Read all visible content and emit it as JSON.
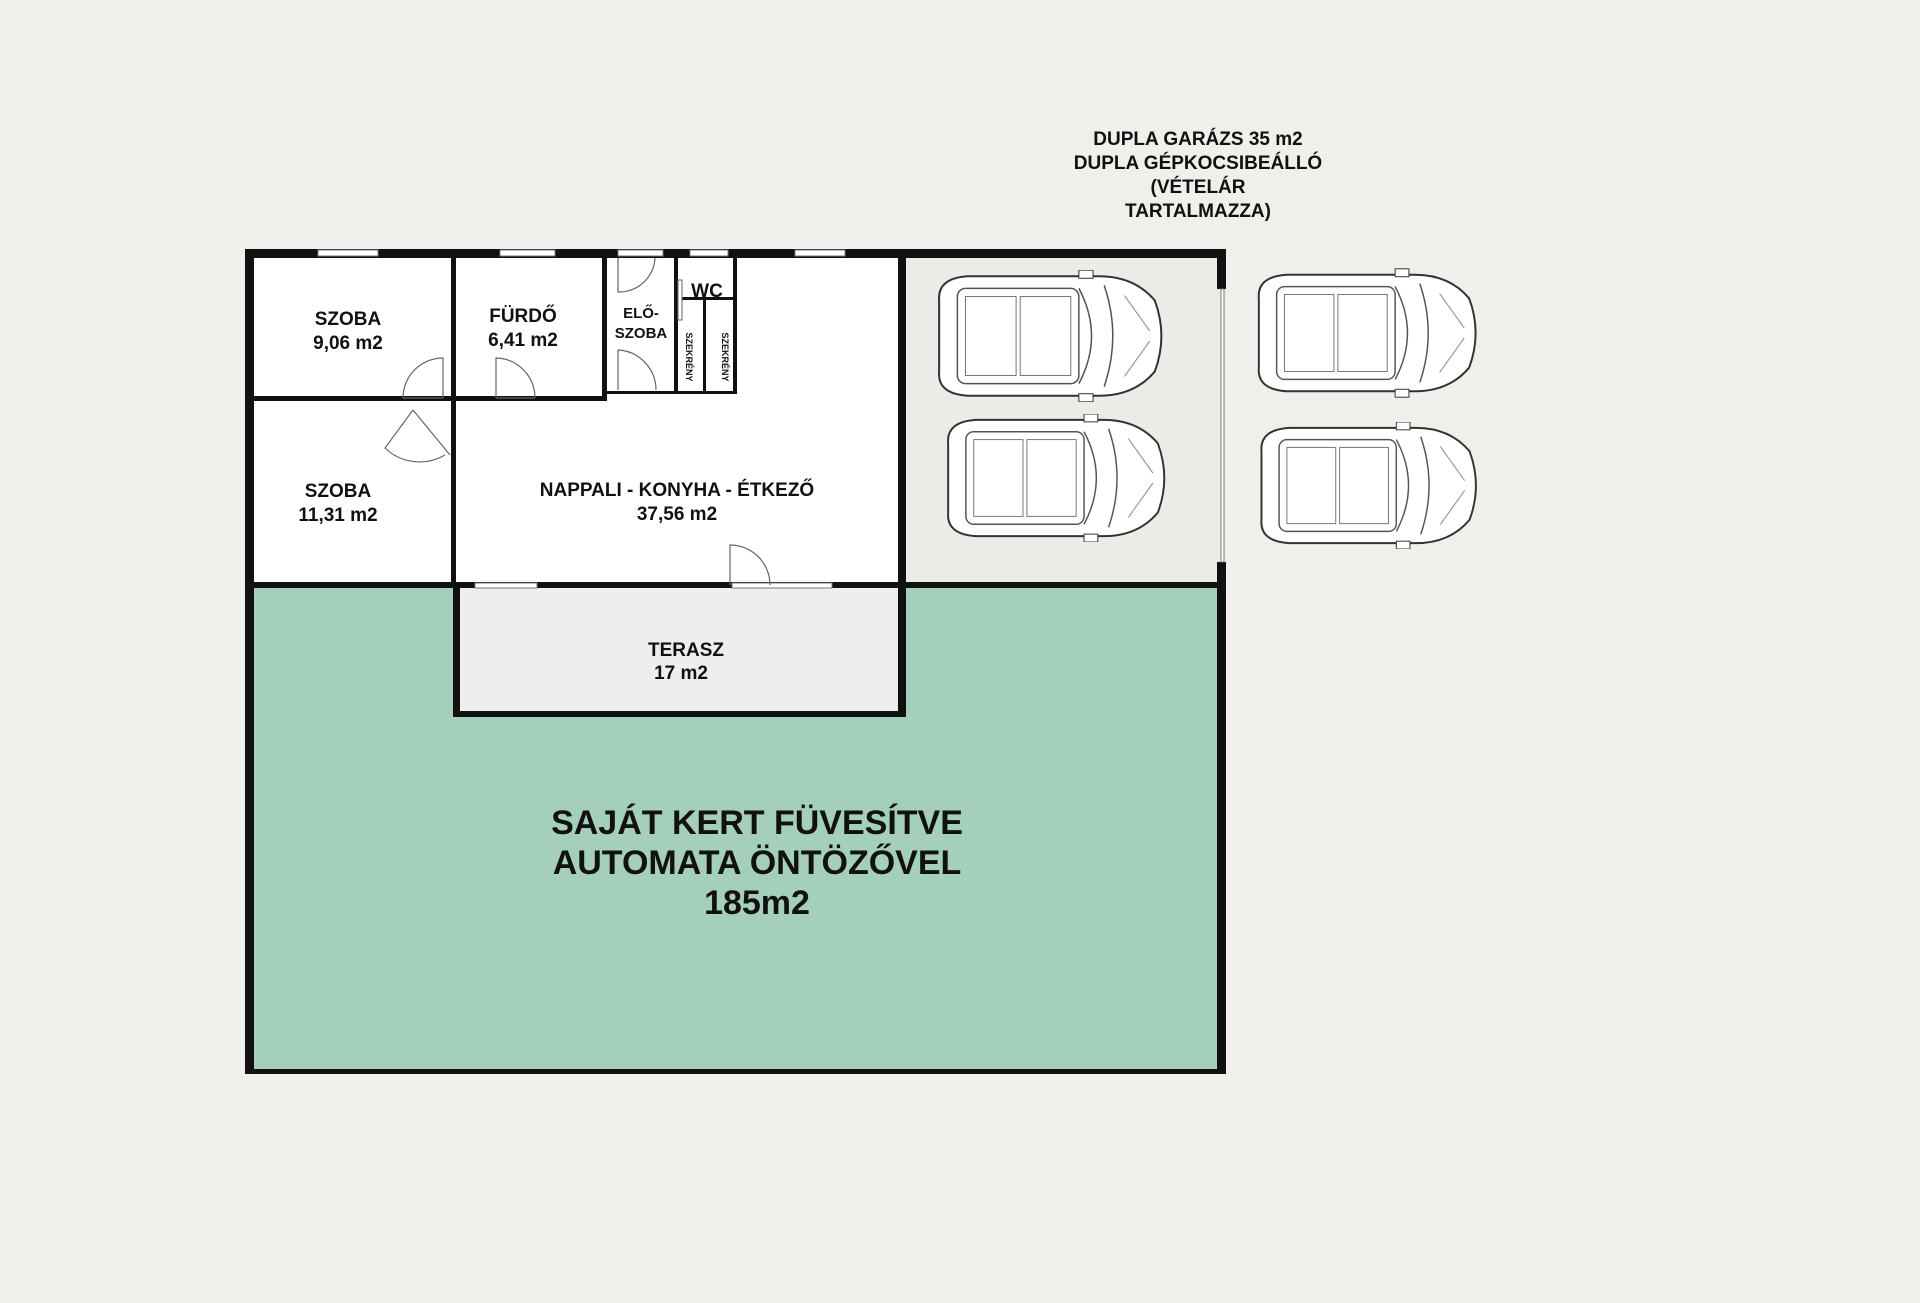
{
  "plan": {
    "garage_note": [
      "DUPLA GARÁZS 35 m2",
      "DUPLA GÉPKOCSIBEÁLLÓ",
      "(VÉTELÁR",
      "TARTALMAZZA)"
    ],
    "rooms": {
      "szoba1": {
        "name": "SZOBA",
        "area": "9,06 m2"
      },
      "furdo": {
        "name": "FÜRDŐ",
        "area": "6,41 m2"
      },
      "eloszoba": {
        "name1": "ELŐ-",
        "name2": "SZOBA"
      },
      "wc": {
        "name": "WC"
      },
      "szekreny1": {
        "name": "SZEKRÉNY"
      },
      "szekreny2": {
        "name": "SZEKRÉNY"
      },
      "szoba2": {
        "name": "SZOBA",
        "area": "11,31 m2"
      },
      "nappali": {
        "name": "NAPPALI - KONYHA - ÉTKEZŐ",
        "area": "37,56 m2"
      },
      "terasz": {
        "name": "TERASZ",
        "area": "17 m2"
      }
    },
    "garden": {
      "line1": "SAJÁT KERT FÜVESÍTVE",
      "line2": "AUTOMATA ÖNTÖZŐVEL",
      "area": "185m2"
    },
    "colors": {
      "garden": "#a4cfba",
      "garage": "#ebebe8",
      "background": "#f0efeb",
      "wall": "#111111"
    }
  }
}
